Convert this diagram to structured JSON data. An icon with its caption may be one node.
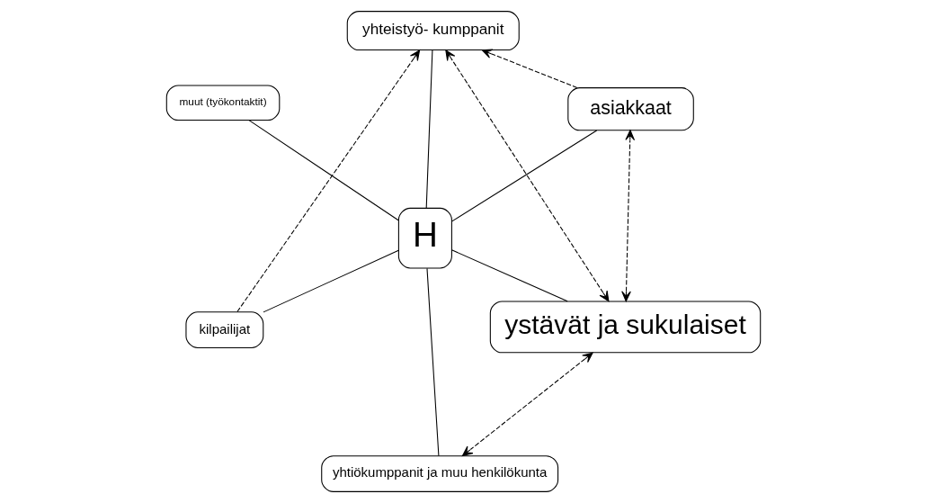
{
  "diagram": {
    "nodes": [
      {
        "text": [
          "H"
        ]
      },
      {
        "text": [
          "ystävät ja sukulaiset"
        ]
      },
      {
        "text": [
          "yhtiökumppanit ja muu henkilökunta"
        ]
      },
      {
        "text": [
          "muut (työkontaktit)"
        ]
      },
      {
        "text": [
          "asiakkaat"
        ]
      },
      {
        "text": [
          "yhteistyö- kumppanit"
        ]
      },
      {
        "text": [
          "kilpailijat"
        ]
      }
    ],
    "edges": [
      {
        "from": 0,
        "to": 1,
        "arrow": "none"
      },
      {
        "from": 0,
        "to": 2,
        "arrow": "none"
      },
      {
        "from": 0,
        "to": 3,
        "arrow": "none"
      },
      {
        "from": 0,
        "to": 4,
        "arrow": "none"
      },
      {
        "from": 0,
        "to": 5,
        "arrow": "none"
      },
      {
        "from": 0,
        "to": 6,
        "arrow": "none"
      },
      {
        "from": 1,
        "to": 2,
        "arrow": "both",
        "style": "dashed"
      },
      {
        "from": 1,
        "to": 4,
        "arrow": "both",
        "style": "dashed"
      },
      {
        "from": 1,
        "to": 5,
        "arrow": "both",
        "style": "dashed"
      },
      {
        "from": 4,
        "to": 5,
        "arrow": "to",
        "style": "dashed"
      },
      {
        "from": 6,
        "to": 5,
        "arrow": "to",
        "style": "dashed"
      }
    ]
  }
}
